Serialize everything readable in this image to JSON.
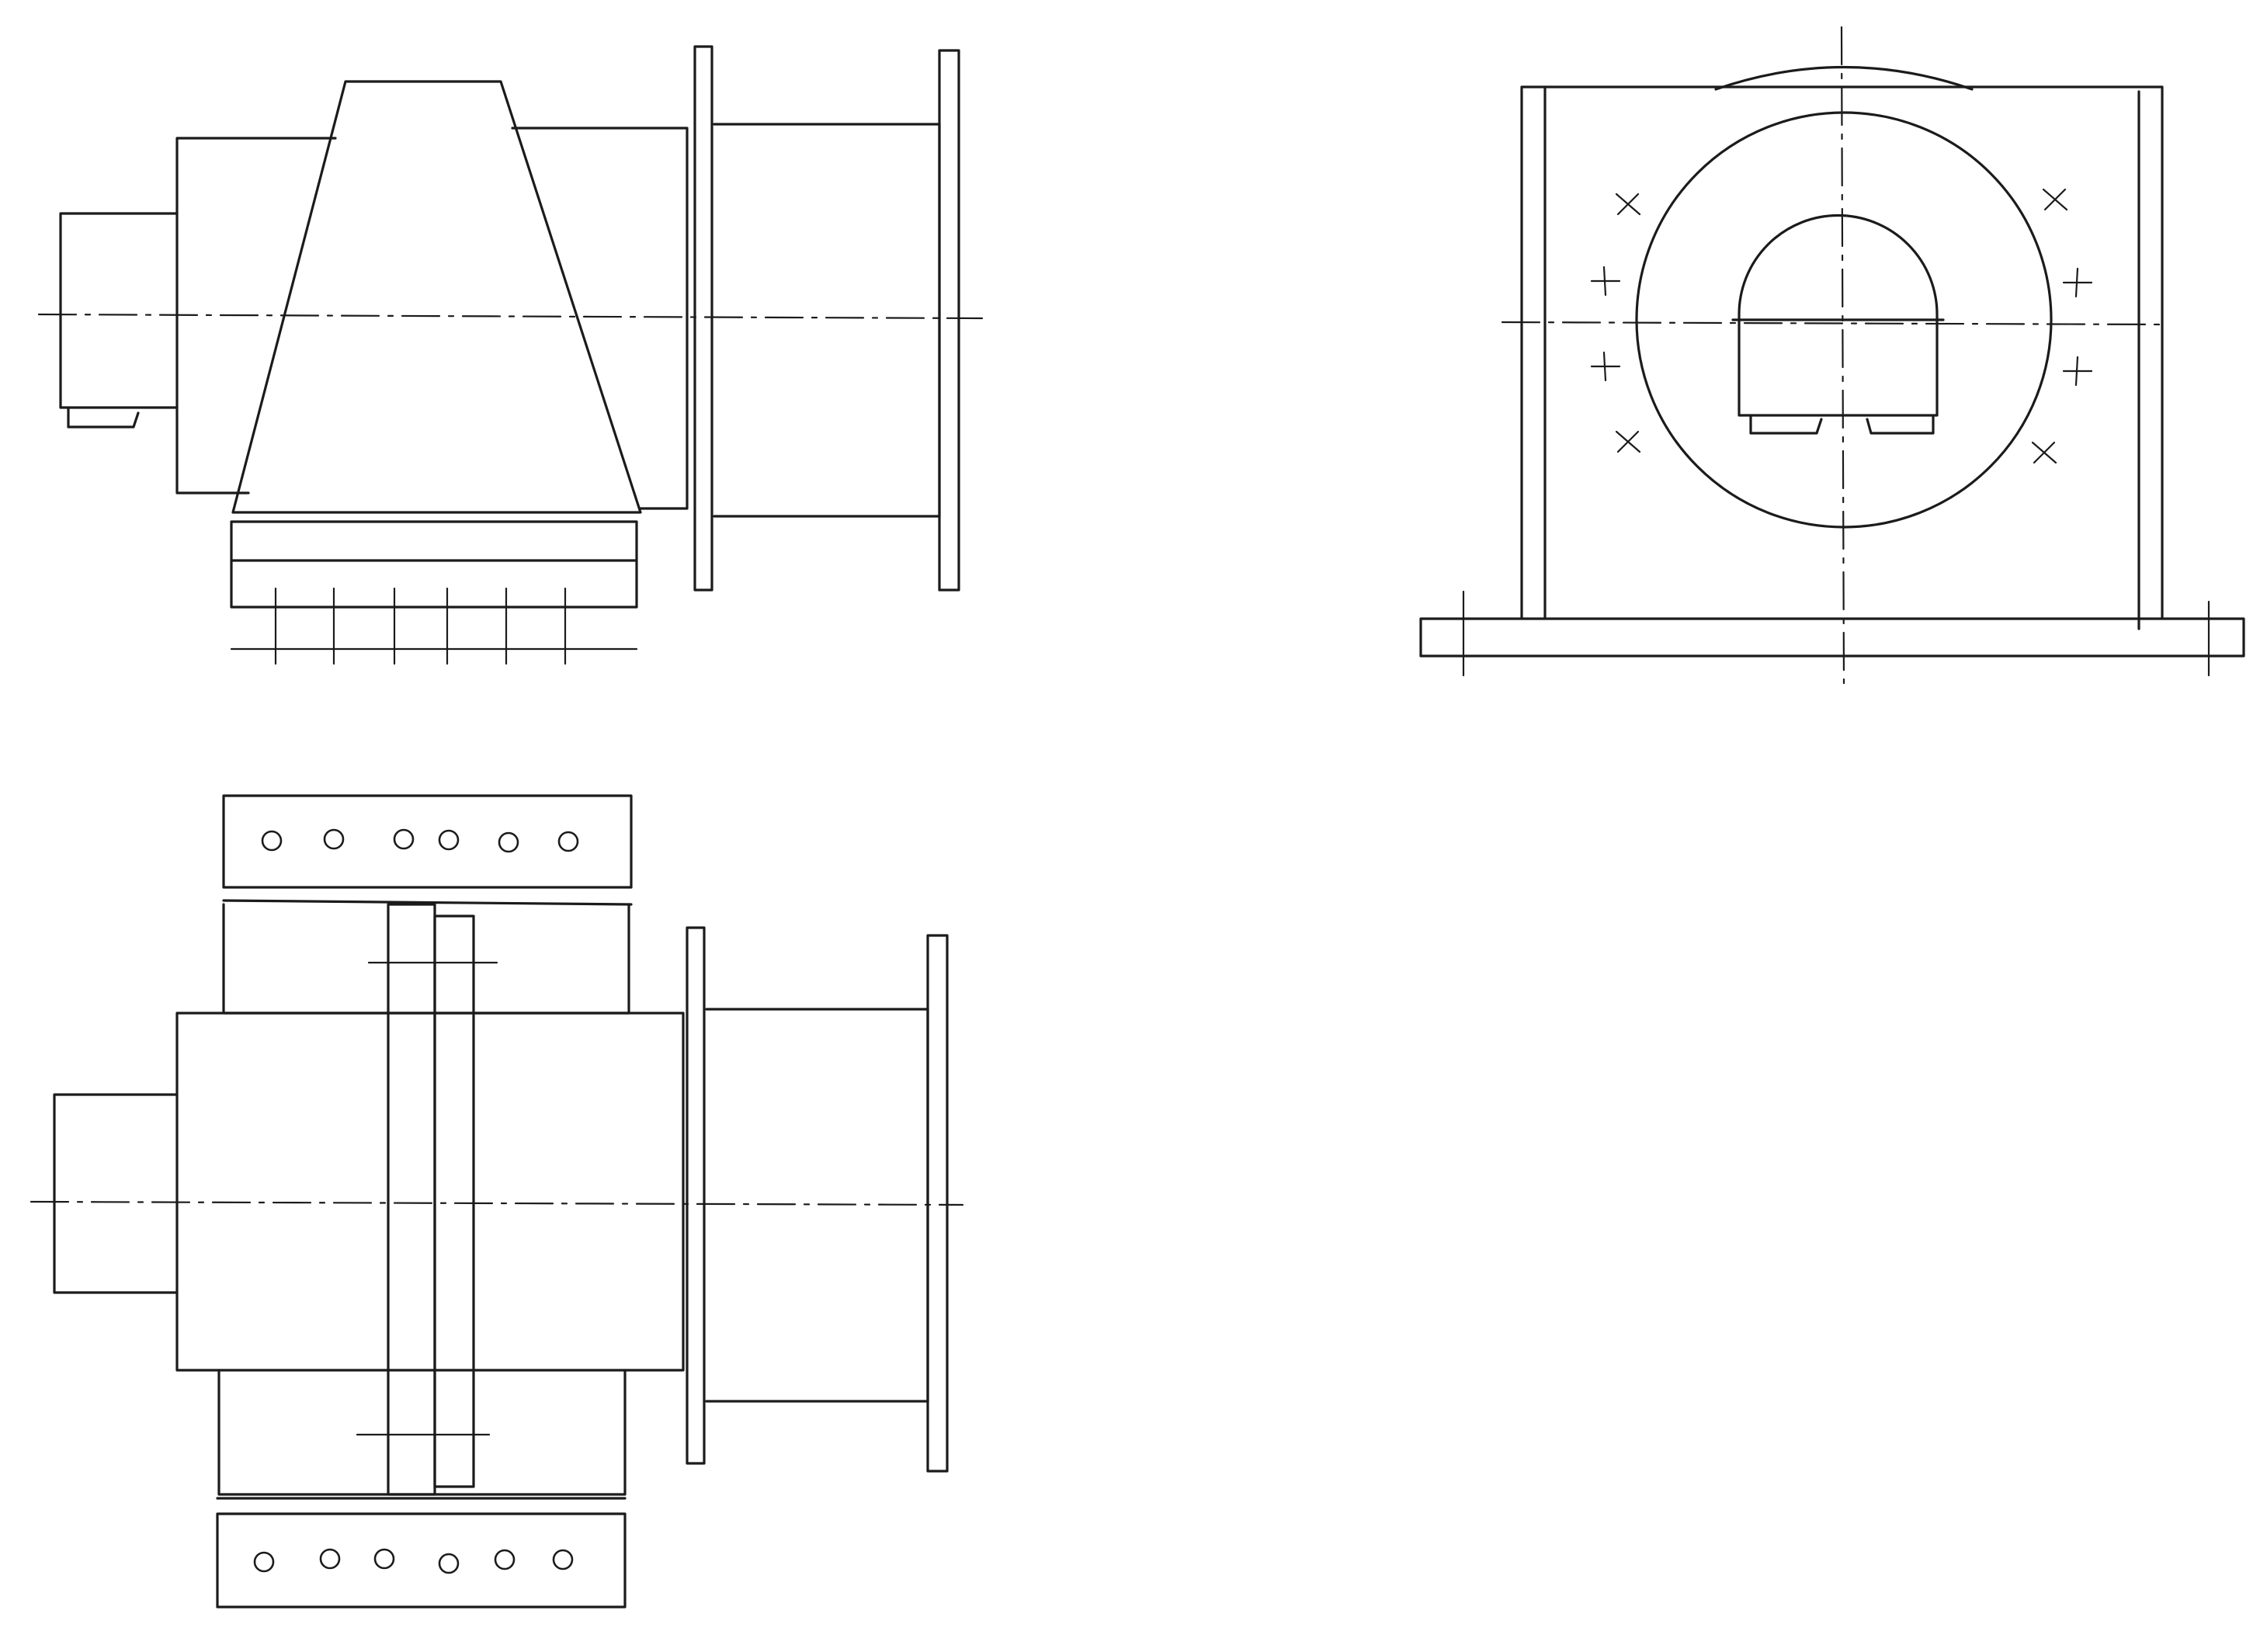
{
  "colors": {
    "paper": "#ffffff",
    "ink": "#1b1b1b"
  },
  "front_view": {
    "bolt_ticks": 6
  },
  "top_view": {
    "holes_per_flange_row": 6,
    "rows": 2
  },
  "side_view": {
    "bolt_marks_per_side": 4
  }
}
